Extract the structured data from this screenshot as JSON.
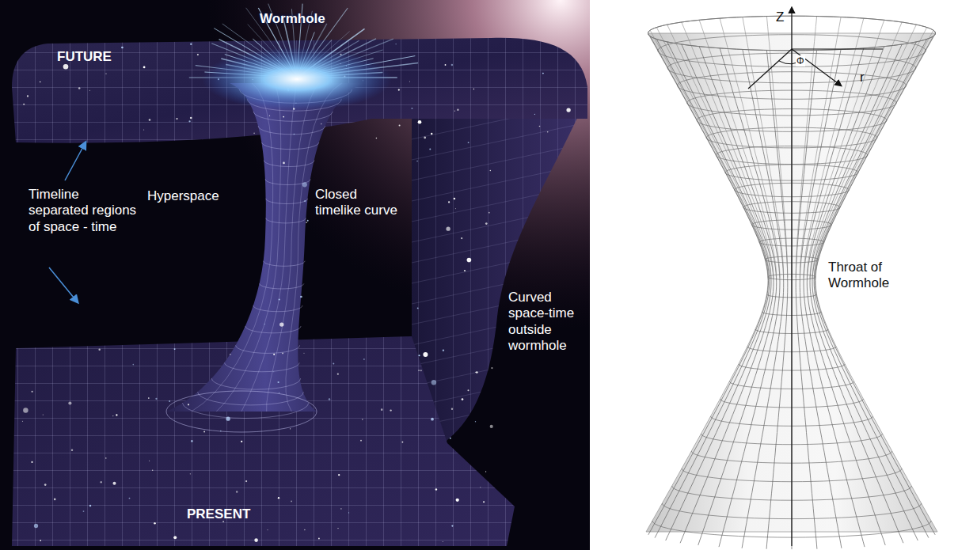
{
  "diagram": {
    "labels": [
      "Wormhole",
      "FUTURE",
      "Hyperspace",
      "Closed timelike curve",
      "Timeline separated regions of space - time",
      "Curved space-time outside wormhole",
      "PRESENT",
      "Z",
      "Φ",
      "r",
      "Throat of Wormhole"
    ]
  }
}
